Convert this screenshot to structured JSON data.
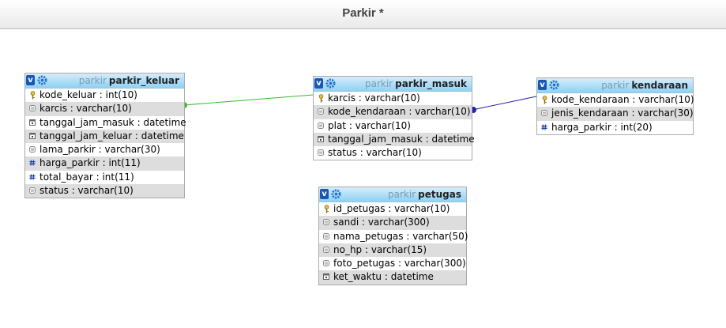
{
  "page": {
    "title": "Parkir *"
  },
  "colors": {
    "relation_green": "#33bb33",
    "relation_blue": "#2222aa",
    "header_top": "#d6ecfb",
    "header_bottom": "#8fd2f3"
  },
  "tables": {
    "parkir_keluar": {
      "db": "parkir",
      "name": "parkir_keluar",
      "columns": [
        {
          "text": "kode_keluar : int(10)",
          "icon": "key-icon"
        },
        {
          "text": "karcis : varchar(10)",
          "icon": "column-icon"
        },
        {
          "text": "tanggal_jam_masuk : datetime",
          "icon": "datetime-icon"
        },
        {
          "text": "tanggal_jam_keluar : datetime",
          "icon": "datetime-icon"
        },
        {
          "text": "lama_parkir : varchar(30)",
          "icon": "column-icon"
        },
        {
          "text": "harga_parkir : int(11)",
          "icon": "numeric-icon"
        },
        {
          "text": "total_bayar : int(11)",
          "icon": "numeric-icon"
        },
        {
          "text": "status : varchar(10)",
          "icon": "column-icon"
        }
      ]
    },
    "parkir_masuk": {
      "db": "parkir",
      "name": "parkir_masuk",
      "columns": [
        {
          "text": "karcis : varchar(10)",
          "icon": "key-icon"
        },
        {
          "text": "kode_kendaraan : varchar(10)",
          "icon": "column-icon"
        },
        {
          "text": "plat : varchar(10)",
          "icon": "column-icon"
        },
        {
          "text": "tanggal_jam_masuk : datetime",
          "icon": "datetime-icon"
        },
        {
          "text": "status : varchar(10)",
          "icon": "column-icon"
        }
      ]
    },
    "kendaraan": {
      "db": "parkir",
      "name": "kendaraan",
      "columns": [
        {
          "text": "kode_kendaraan : varchar(10)",
          "icon": "key-icon"
        },
        {
          "text": "jenis_kendaraan : varchar(30)",
          "icon": "column-icon"
        },
        {
          "text": "harga_parkir : int(20)",
          "icon": "numeric-icon"
        }
      ]
    },
    "petugas": {
      "db": "parkir",
      "name": "petugas",
      "columns": [
        {
          "text": "id_petugas : varchar(10)",
          "icon": "key-icon"
        },
        {
          "text": "sandi : varchar(300)",
          "icon": "column-icon"
        },
        {
          "text": "nama_petugas : varchar(50)",
          "icon": "column-icon"
        },
        {
          "text": "no_hp : varchar(15)",
          "icon": "column-icon"
        },
        {
          "text": "foto_petugas : varchar(300)",
          "icon": "column-icon"
        },
        {
          "text": "ket_waktu : datetime",
          "icon": "datetime-icon"
        }
      ]
    }
  }
}
